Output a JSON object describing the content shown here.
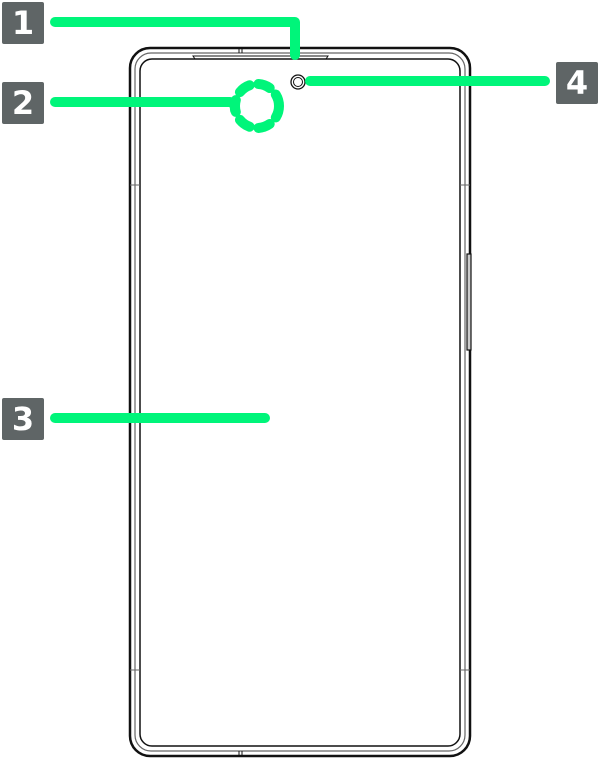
{
  "callouts": [
    {
      "number": "1"
    },
    {
      "number": "2"
    },
    {
      "number": "3"
    },
    {
      "number": "4"
    }
  ],
  "colors": {
    "leader": "#00f57a",
    "badge": "#5f6566",
    "outline": "#111111"
  }
}
